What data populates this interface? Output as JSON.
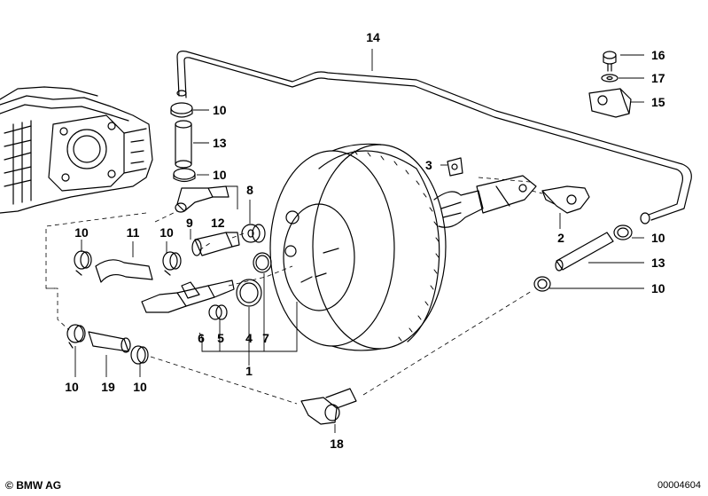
{
  "labels": {
    "p1": "1",
    "p2": "2",
    "p3": "3",
    "p4": "4",
    "p5": "5",
    "p6": "6",
    "p7": "7",
    "p8": "8",
    "p9": "9",
    "p11": "11",
    "p12": "12",
    "p13a": "13",
    "p13b": "13",
    "p14": "14",
    "p15": "15",
    "p16": "16",
    "p17": "17",
    "p18": "18",
    "p19": "19",
    "p10a": "10",
    "p10b": "10",
    "p10c": "10",
    "p10d": "10",
    "p10e": "10",
    "p10f": "10",
    "p10g": "10",
    "p10h": "10"
  },
  "footer": {
    "copyright": "BMW AG",
    "doc_id": "00004604"
  },
  "colors": {
    "line": "#000000",
    "background": "#ffffff"
  }
}
